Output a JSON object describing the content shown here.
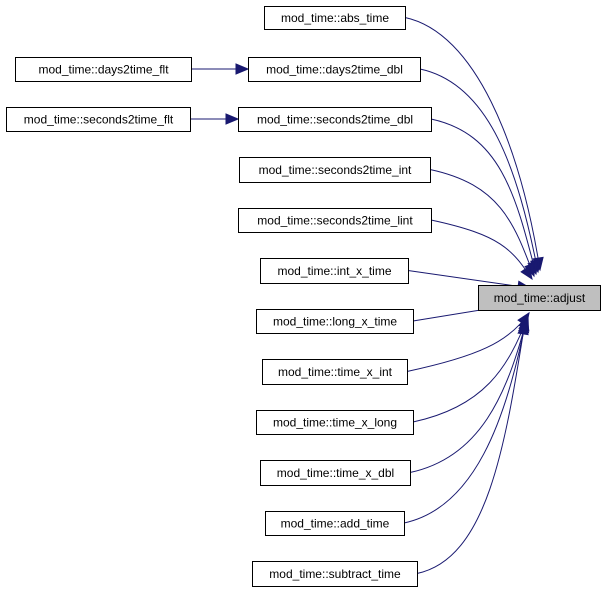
{
  "colors": {
    "edge": "#191970",
    "node_border": "#000000",
    "node_fill": "#ffffff",
    "highlight_fill": "#bfbfbf"
  },
  "target": {
    "label": "mod_time::adjust"
  },
  "callers": [
    {
      "label": "mod_time::abs_time"
    },
    {
      "label": "mod_time::days2time_dbl"
    },
    {
      "label": "mod_time::seconds2time_dbl"
    },
    {
      "label": "mod_time::seconds2time_int"
    },
    {
      "label": "mod_time::seconds2time_lint"
    },
    {
      "label": "mod_time::int_x_time"
    },
    {
      "label": "mod_time::long_x_time"
    },
    {
      "label": "mod_time::time_x_int"
    },
    {
      "label": "mod_time::time_x_long"
    },
    {
      "label": "mod_time::time_x_dbl"
    },
    {
      "label": "mod_time::add_time"
    },
    {
      "label": "mod_time::subtract_time"
    }
  ],
  "second_level": [
    {
      "label": "mod_time::days2time_flt",
      "calls": "mod_time::days2time_dbl"
    },
    {
      "label": "mod_time::seconds2time_flt",
      "calls": "mod_time::seconds2time_dbl"
    }
  ]
}
